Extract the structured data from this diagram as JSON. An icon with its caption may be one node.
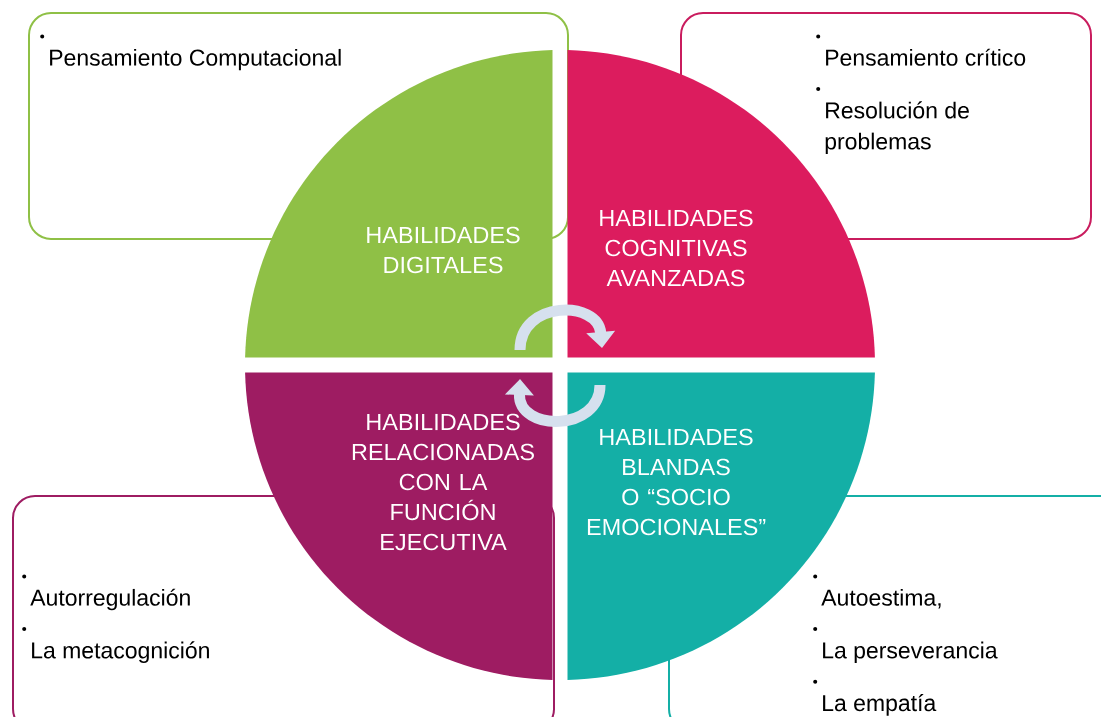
{
  "diagram": {
    "nodes": [
      {
        "text": [
          "Pensamiento Computacional"
        ]
      },
      {
        "text": [
          "Pensamiento crítico",
          "Resolución de problemas"
        ]
      },
      {
        "text": [
          "HABILIDADES DIGITALES"
        ]
      },
      {
        "text": [
          "HABILIDADES COGNITIVAS AVANZADAS"
        ]
      },
      {
        "text": [
          "HABILIDADES RELACIONADAS CON LA FUNCIÓN EJECUTIVA"
        ]
      },
      {
        "text": [
          "HABILIDADES BLANDAS O “SOCIO EMOCIONALES”"
        ]
      },
      {
        "text": [
          "Autorregulación",
          "La metacognición"
        ]
      },
      {
        "text": [
          "Autoestima,",
          "La perseverancia",
          "La empatía"
        ]
      }
    ],
    "edges": [
      {
        "from": 2,
        "to": 3,
        "arrow": "to"
      },
      {
        "from": 5,
        "to": 4,
        "arrow": "to"
      }
    ]
  }
}
